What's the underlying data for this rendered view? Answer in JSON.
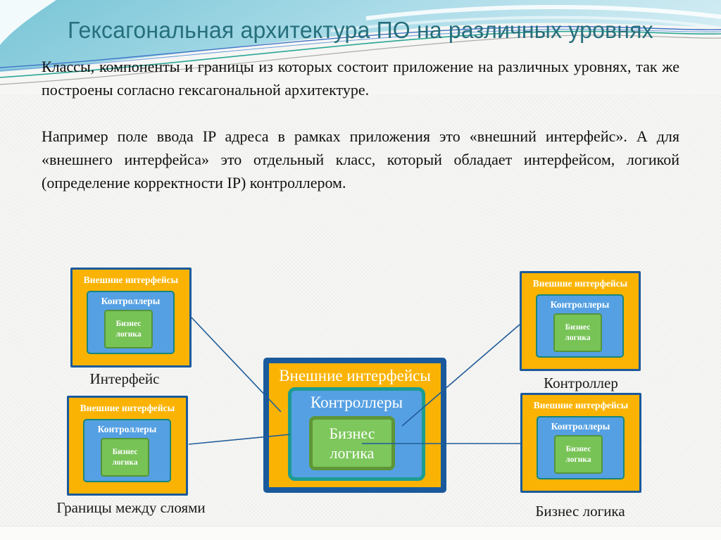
{
  "slide": {
    "title": "Гексагональная архитектура ПО на различных уровнях",
    "paragraph1": "Классы, компоненты и границы из которых состоит приложение на различных уровнях, так же построены согласно гексагональной архитектуре.",
    "paragraph2": "Например поле ввода IP адреса в рамках приложения это «внешний интерфейс». А для «внешнего интерфейса» это отдельный класс, который обладает интерфейсом, логикой (определение корректности IP) контроллером."
  },
  "diagram": {
    "layers": {
      "outer_label": "Внешние интерфейсы",
      "middle_label": "Контроллеры",
      "inner_label_line1": "Бизнес",
      "inner_label_line2": "логика"
    },
    "captions": {
      "top_left": "Интерфейс",
      "top_right": "Контроллер",
      "bottom_left": "Границы между слоями",
      "bottom_right": "Бизнес логика"
    },
    "colors": {
      "outer_fill": "#FBB303",
      "outer_border": "#1A5A9C",
      "middle_fill": "#55A0E3",
      "middle_border": "#17867C",
      "inner_fill": "#77C356",
      "inner_border": "#55943B",
      "connector": "#1F5C99",
      "title_text": "#266F7C"
    }
  }
}
